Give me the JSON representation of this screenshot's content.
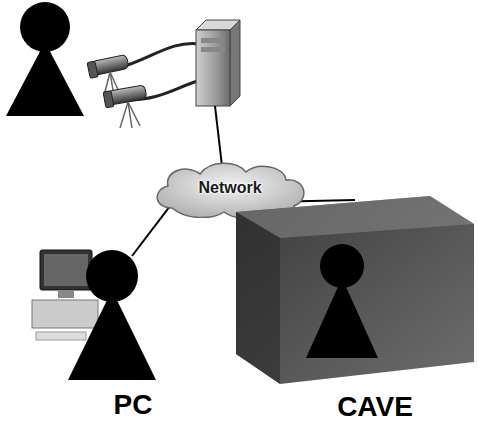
{
  "diagram": {
    "nodes": [
      {
        "text": [
          "Network"
        ]
      },
      {
        "text": [
          "PC"
        ]
      },
      {
        "text": [
          "CAVE"
        ]
      }
    ],
    "edges": [
      {
        "from": 0,
        "to": 1,
        "arrow": "none"
      },
      {
        "from": 0,
        "to": 2,
        "arrow": "none"
      }
    ]
  }
}
